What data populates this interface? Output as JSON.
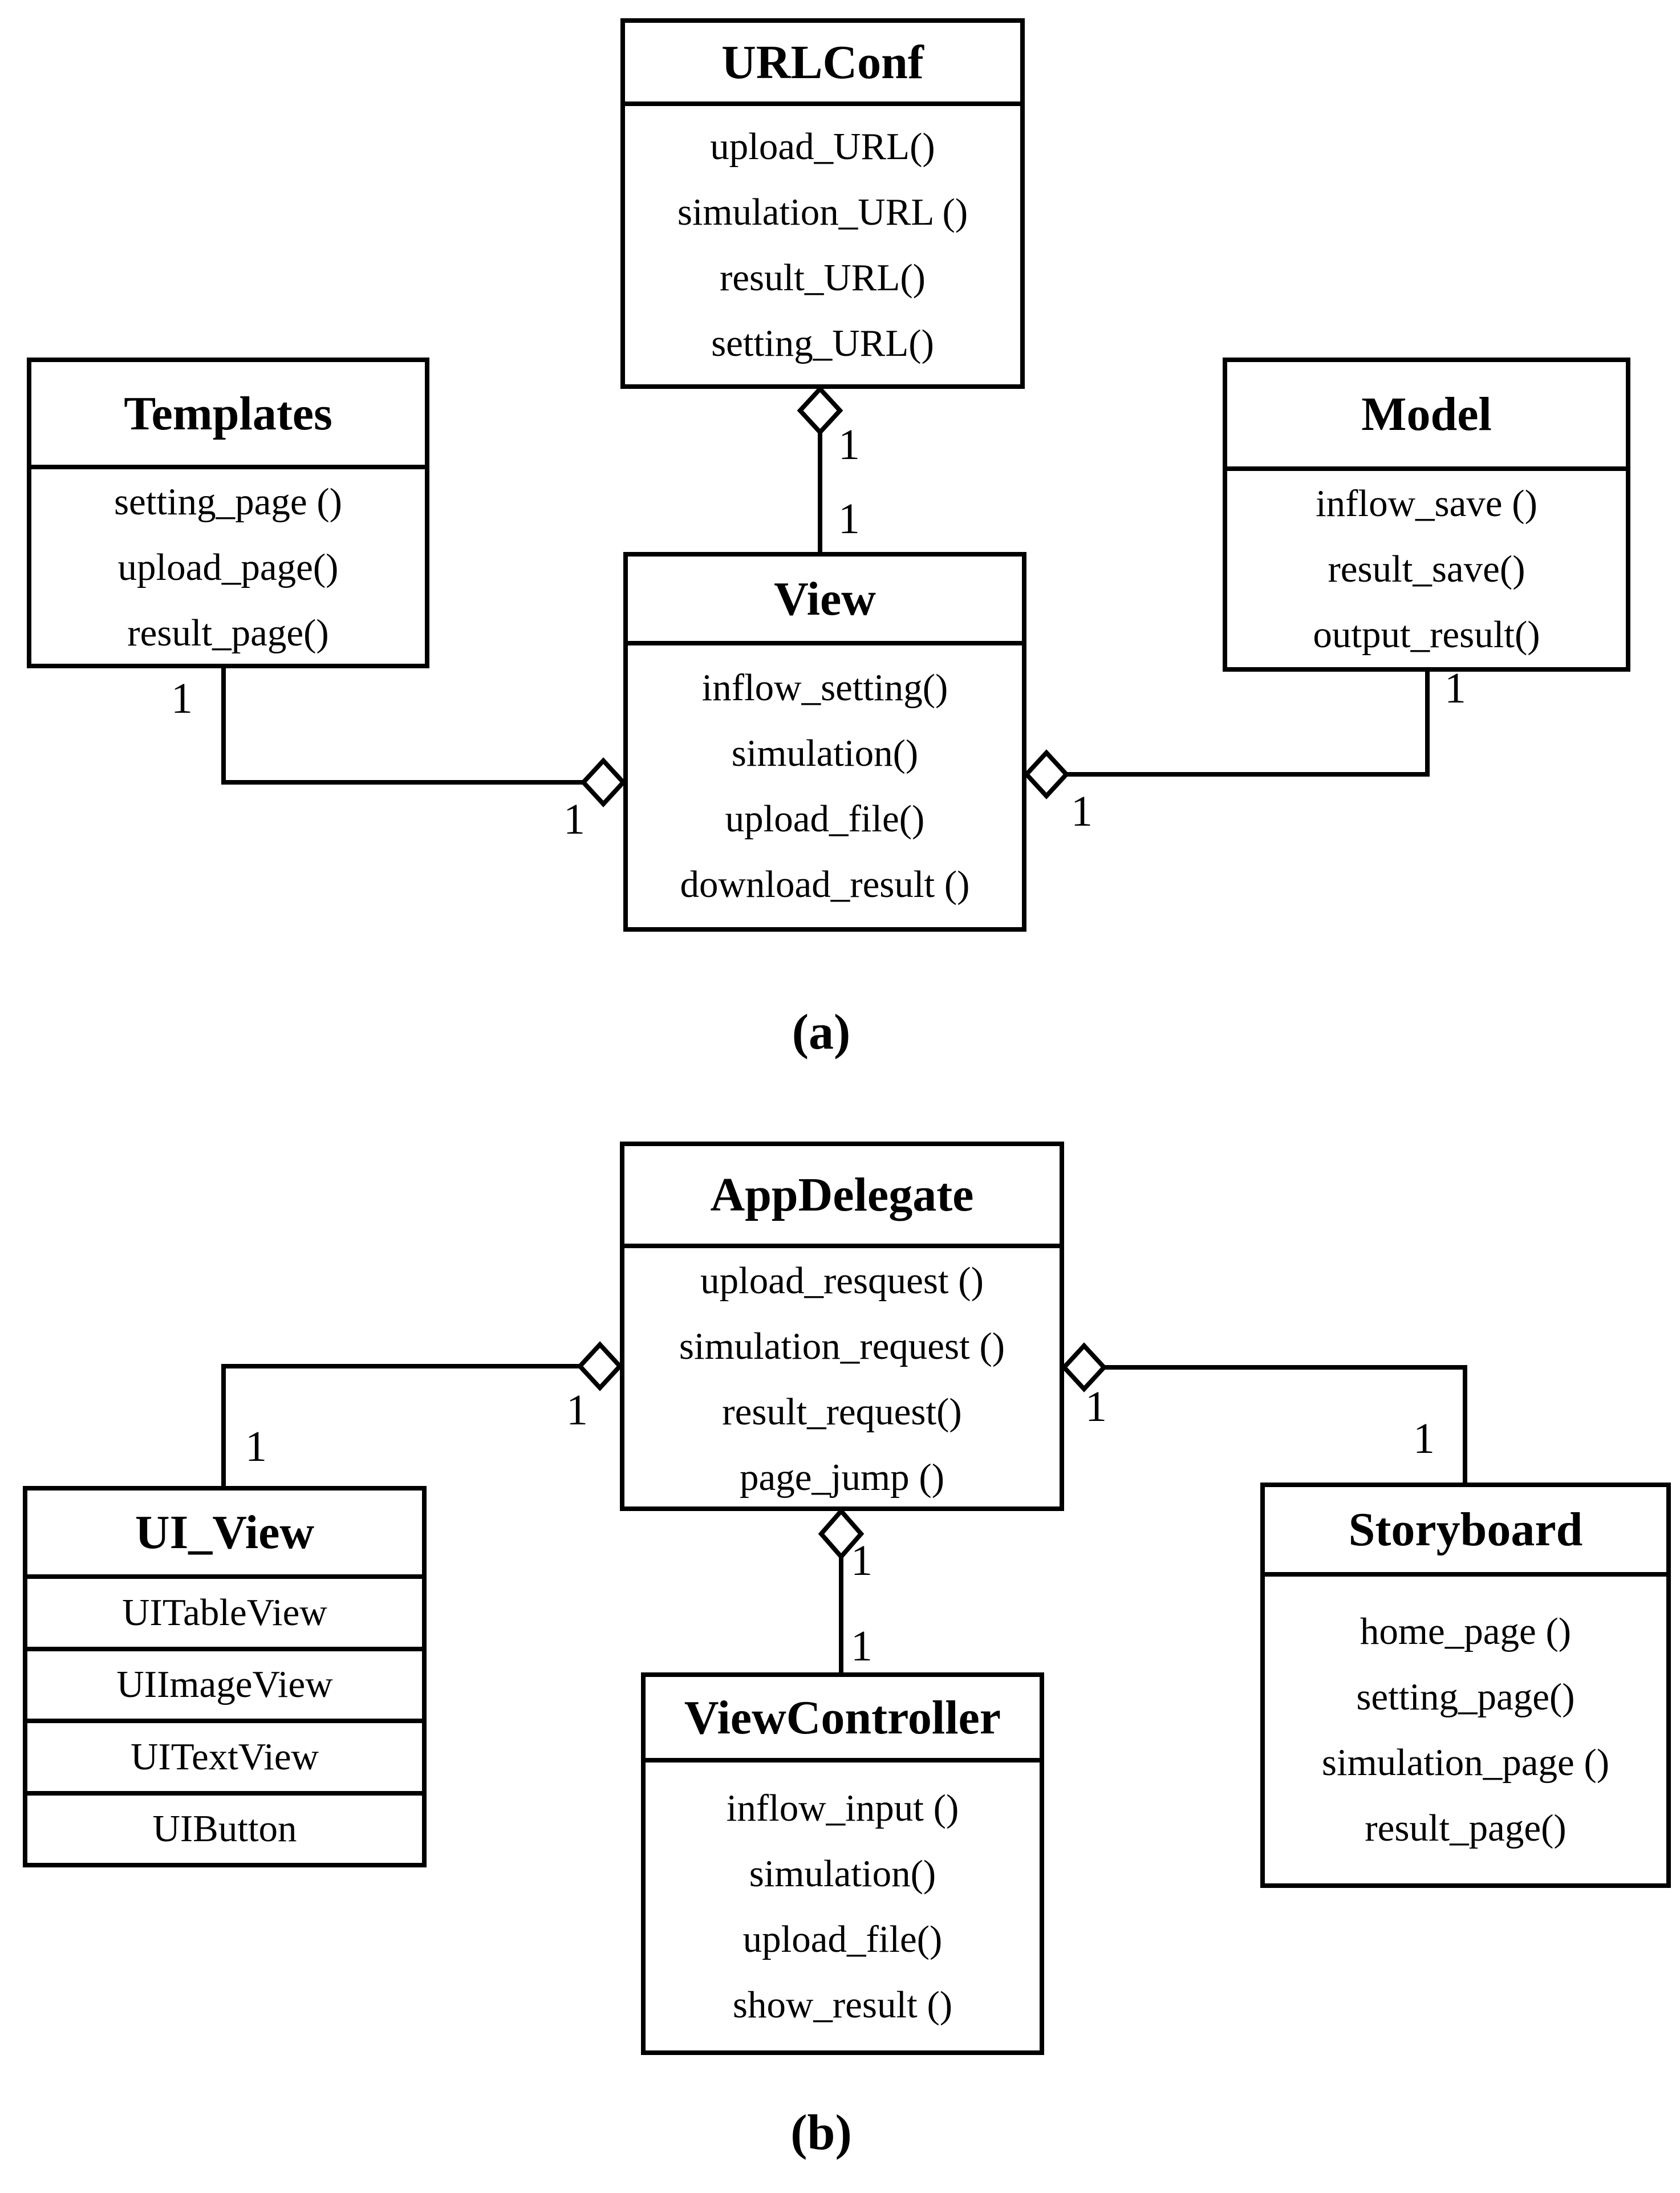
{
  "page": {
    "background_color": "#ffffff",
    "line_color": "#000000",
    "text_color": "#000000"
  },
  "diagram_a": {
    "label": "(a)",
    "classes": [
      {
        "name": "URLConf",
        "methods": [
          "upload_URL()",
          "simulation_URL ()",
          "result_URL()",
          "setting_URL()"
        ]
      },
      {
        "name": "Templates",
        "methods": [
          "setting_page ()",
          "upload_page()",
          "result_page()"
        ]
      },
      {
        "name": "Model",
        "methods": [
          "inflow_save ()",
          "result_save()",
          "output_result()"
        ]
      },
      {
        "name": "View",
        "methods": [
          "inflow_setting()",
          "simulation()",
          "upload_file()",
          "download_result ()"
        ]
      }
    ],
    "connectors": [
      {
        "from": "URLConf",
        "to": "View",
        "type": "aggregation",
        "labels": [
          "1",
          "1"
        ]
      },
      {
        "from": "Templates",
        "to": "View",
        "type": "aggregation",
        "labels": [
          "1",
          "1"
        ]
      },
      {
        "from": "Model",
        "to": "View",
        "type": "aggregation",
        "labels": [
          "1",
          "1"
        ]
      }
    ]
  },
  "diagram_b": {
    "label": "(b)",
    "classes": [
      {
        "name": "AppDelegate",
        "methods": [
          "upload_resquest ()",
          "simulation_request ()",
          "result_request()",
          "page_jump ()"
        ]
      },
      {
        "name": "UI_View",
        "compartments": [
          "UITableView",
          "UIImageView",
          "UITextView",
          "UIButton"
        ]
      },
      {
        "name": "Storyboard",
        "methods": [
          "home_page ()",
          "setting_page()",
          "simulation_page ()",
          "result_page()"
        ]
      },
      {
        "name": "ViewController",
        "methods": [
          "inflow_input ()",
          "simulation()",
          "upload_file()",
          "show_result ()"
        ]
      }
    ],
    "connectors": [
      {
        "from": "AppDelegate",
        "to": "UI_View",
        "type": "aggregation",
        "labels": [
          "1",
          "1"
        ]
      },
      {
        "from": "AppDelegate",
        "to": "Storyboard",
        "type": "aggregation",
        "labels": [
          "1",
          "1"
        ]
      },
      {
        "from": "AppDelegate",
        "to": "ViewController",
        "type": "aggregation",
        "labels": [
          "1",
          "1"
        ]
      }
    ]
  }
}
